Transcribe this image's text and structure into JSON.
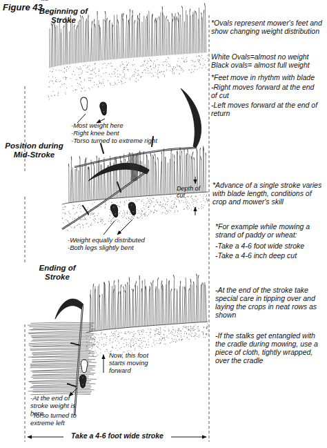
{
  "diagram": {
    "title": "Figure 43.",
    "labels": [
      "Beginning of Stroke",
      "*Ovals represent mower's feet and show changing weight distribution",
      "White Ovals=almost no weight Black ovals= almost full weight",
      "*Feet move in rhythm with blade",
      "-Right moves forward at the end of cut",
      "-Left moves forward at the end of return",
      "-Most weight here",
      "-Right knee bent",
      "-Torso turned to extreme right",
      "Position during Mid-Stroke",
      "Depth of cut",
      "*Advance of a single stroke varies with blade length, conditions of crop and mower's skill",
      "-Weight equally distributed",
      "-Both legs slightly bent",
      "*For example while mowing a strand of paddy or wheat:",
      "-Take a 4-6 foot wide stroke",
      "-Take a 4-6 inch deep cut",
      "Ending of Stroke",
      "-At the end of the stroke take special care in tipping over and laying the crops in neat rows as shown",
      "-If the stalks get entangled with the cradle during mowing, use a piece of cloth, tightly wrapped, over the cradle",
      "Now, this foot starts moving forward",
      "-At the end of stroke weight is here",
      "-Torso turned to extreme left",
      "Take a 4-6 foot wide stroke"
    ]
  }
}
